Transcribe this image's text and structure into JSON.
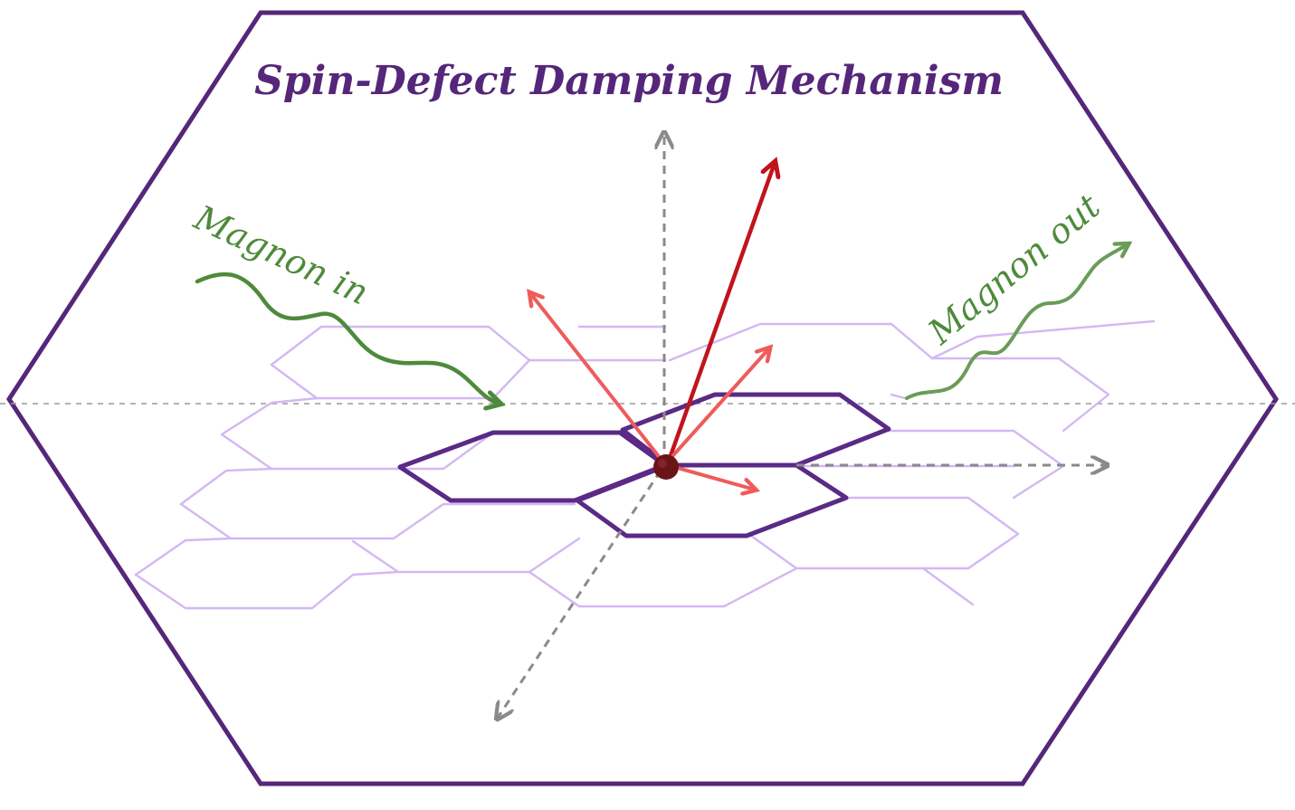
{
  "title": "Spin-Defect Damping Mechanism",
  "labels": {
    "magnon_in": "Magnon in",
    "magnon_out": "Magnon out"
  },
  "colors": {
    "frame": "#55267a",
    "title": "#55267a",
    "magnon": "#4e8a3c",
    "magnon_out": "#6a9c58",
    "lattice_light": "#d3b8f2",
    "lattice_dark": "#5a2a86",
    "axis": "#8a8a8a",
    "spin_main": "#c0141c",
    "spin_secondary": "#ef5b5b",
    "defect": "#6a1418"
  }
}
